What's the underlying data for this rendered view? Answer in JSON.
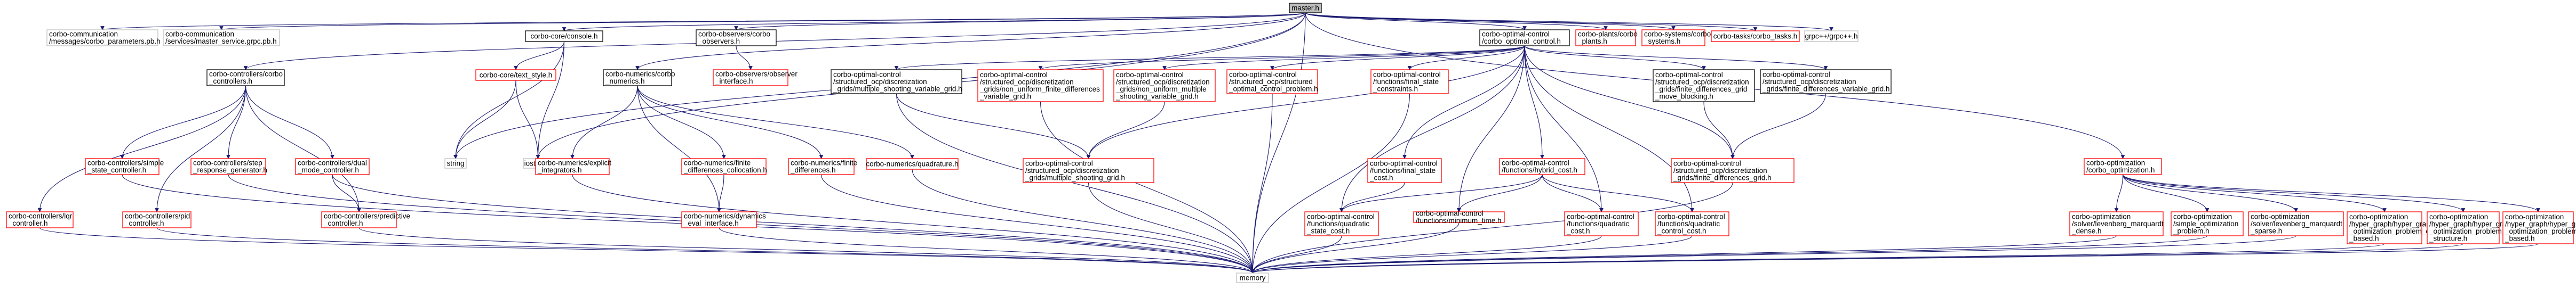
{
  "nodes": [
    {
      "id": "master",
      "lines": [
        "master.h"
      ],
      "style": "root"
    },
    {
      "id": "msg_params",
      "lines": [
        "corbo-communication",
        "/messages/corbo_parameters.pb.h"
      ],
      "style": "gray"
    },
    {
      "id": "svc_grpc",
      "lines": [
        "corbo-communication",
        "/services/master_service.grpc.pb.h"
      ],
      "style": "gray"
    },
    {
      "id": "ctrl_controllers",
      "lines": [
        "corbo-controllers/corbo",
        "_controllers.h"
      ],
      "style": "black"
    },
    {
      "id": "core_console",
      "lines": [
        "corbo-core/console.h"
      ],
      "style": "black"
    },
    {
      "id": "obs_observers",
      "lines": [
        "corbo-observers/corbo",
        "_observers.h"
      ],
      "style": "black"
    },
    {
      "id": "ocp",
      "lines": [
        "corbo-optimal-control",
        "/corbo_optimal_control.h"
      ],
      "style": "black"
    },
    {
      "id": "plants",
      "lines": [
        "corbo-plants/corbo",
        "_plants.h"
      ],
      "style": "red"
    },
    {
      "id": "systems",
      "lines": [
        "corbo-systems/corbo",
        "_systems.h"
      ],
      "style": "red"
    },
    {
      "id": "tasks",
      "lines": [
        "corbo-tasks/corbo_tasks.h"
      ],
      "style": "red"
    },
    {
      "id": "grpcpp",
      "lines": [
        "grpc++/grpc++.h"
      ],
      "style": "gray"
    },
    {
      "id": "text_style",
      "lines": [
        "corbo-core/text_style.h"
      ],
      "style": "red"
    },
    {
      "id": "string",
      "lines": [
        "string"
      ],
      "style": "gray"
    },
    {
      "id": "iostream",
      "lines": [
        "iostream"
      ],
      "style": "gray"
    },
    {
      "id": "num_numerics",
      "lines": [
        "corbo-numerics/corbo",
        "_numerics.h"
      ],
      "style": "black"
    },
    {
      "id": "obs_interface",
      "lines": [
        "corbo-observers/observer",
        "_interface.h"
      ],
      "style": "red"
    },
    {
      "id": "sc_ms_var",
      "lines": [
        "corbo-optimal-control",
        "/structured_ocp/discretization",
        "_grids/multiple_shooting_variable_grid.h"
      ],
      "style": "black"
    },
    {
      "id": "sc_fd_var_nu",
      "lines": [
        "corbo-optimal-control",
        "/structured_ocp/discretization",
        "_grids/non_uniform_finite_differences",
        "_variable_grid.h"
      ],
      "style": "red"
    },
    {
      "id": "sc_ms_var_nu",
      "lines": [
        "corbo-optimal-control",
        "/structured_ocp/discretization",
        "_grids/non_uniform_multiple",
        "_shooting_variable_grid.h"
      ],
      "style": "red"
    },
    {
      "id": "sc_problem",
      "lines": [
        "corbo-optimal-control",
        "/structured_ocp/structured",
        "_optimal_control_problem.h"
      ],
      "style": "red"
    },
    {
      "id": "fn_final_constraints",
      "lines": [
        "corbo-optimal-control",
        "/functions/final_state",
        "_constraints.h"
      ],
      "style": "red"
    },
    {
      "id": "sc_fd_move_blocking",
      "lines": [
        "corbo-optimal-control",
        "/structured_ocp/discretization",
        "_grids/finite_differences_grid",
        "_move_blocking.h"
      ],
      "style": "black"
    },
    {
      "id": "sc_fd_var",
      "lines": [
        "corbo-optimal-control",
        "/structured_ocp/discretization",
        "_grids/finite_differences_variable_grid.h"
      ],
      "style": "black"
    },
    {
      "id": "opt_optimization",
      "lines": [
        "corbo-optimization",
        "/corbo_optimization.h"
      ],
      "style": "red"
    },
    {
      "id": "ctrl_simple_state",
      "lines": [
        "corbo-controllers/simple",
        "_state_controller.h"
      ],
      "style": "red"
    },
    {
      "id": "ctrl_step_response",
      "lines": [
        "corbo-controllers/step",
        "_response_generator.h"
      ],
      "style": "red"
    },
    {
      "id": "ctrl_dual_mode",
      "lines": [
        "corbo-controllers/dual",
        "_mode_controller.h"
      ],
      "style": "red"
    },
    {
      "id": "num_explicit",
      "lines": [
        "corbo-numerics/explicit",
        "_integrators.h"
      ],
      "style": "red"
    },
    {
      "id": "num_fd_collocation",
      "lines": [
        "corbo-numerics/finite",
        "_differences_collocation.h"
      ],
      "style": "red"
    },
    {
      "id": "num_fd",
      "lines": [
        "corbo-numerics/finite",
        "_differences.h"
      ],
      "style": "red"
    },
    {
      "id": "num_quadrature",
      "lines": [
        "corbo-numerics/quadrature.h"
      ],
      "style": "red"
    },
    {
      "id": "sc_ms_grid",
      "lines": [
        "corbo-optimal-control",
        "/structured_ocp/discretization",
        "_grids/multiple_shooting_grid.h"
      ],
      "style": "red"
    },
    {
      "id": "fn_final_cost",
      "lines": [
        "corbo-optimal-control",
        "/functions/final_state",
        "_cost.h"
      ],
      "style": "red"
    },
    {
      "id": "fn_hybrid_cost",
      "lines": [
        "corbo-optimal-control",
        "/functions/hybrid_cost.h"
      ],
      "style": "red"
    },
    {
      "id": "sc_fd_grid",
      "lines": [
        "corbo-optimal-control",
        "/structured_ocp/discretization",
        "_grids/finite_differences_grid.h"
      ],
      "style": "red"
    },
    {
      "id": "ctrl_lqr",
      "lines": [
        "corbo-controllers/lqr",
        "_controller.h"
      ],
      "style": "red"
    },
    {
      "id": "ctrl_pid",
      "lines": [
        "corbo-controllers/pid",
        "_controller.h"
      ],
      "style": "red"
    },
    {
      "id": "ctrl_predictive",
      "lines": [
        "corbo-controllers/predictive",
        "_controller.h"
      ],
      "style": "red"
    },
    {
      "id": "num_dynamics_eval",
      "lines": [
        "corbo-numerics/dynamics",
        "_eval_interface.h"
      ],
      "style": "red"
    },
    {
      "id": "fn_quad_state",
      "lines": [
        "corbo-optimal-control",
        "/functions/quadratic",
        "_state_cost.h"
      ],
      "style": "red"
    },
    {
      "id": "fn_min_time",
      "lines": [
        "corbo-optimal-control",
        "/functions/minimum_time.h"
      ],
      "style": "red"
    },
    {
      "id": "fn_quad_cost",
      "lines": [
        "corbo-optimal-control",
        "/functions/quadratic",
        "_cost.h"
      ],
      "style": "red"
    },
    {
      "id": "fn_quad_control",
      "lines": [
        "corbo-optimal-control",
        "/functions/quadratic",
        "_control_cost.h"
      ],
      "style": "red"
    },
    {
      "id": "opt_lm_dense",
      "lines": [
        "corbo-optimization",
        "/solver/levenberg_marquardt",
        "_dense.h"
      ],
      "style": "red"
    },
    {
      "id": "opt_simple_problem",
      "lines": [
        "corbo-optimization",
        "/simple_optimization",
        "_problem.h"
      ],
      "style": "red"
    },
    {
      "id": "opt_lm_sparse",
      "lines": [
        "corbo-optimization",
        "/solver/levenberg_marquardt",
        "_sparse.h"
      ],
      "style": "red"
    },
    {
      "id": "opt_hg_edge",
      "lines": [
        "corbo-optimization",
        "/hyper_graph/hyper_graph",
        "_optimization_problem_edge",
        "_based.h"
      ],
      "style": "red"
    },
    {
      "id": "opt_hg_ignore",
      "lines": [
        "corbo-optimization",
        "/hyper_graph/hyper_graph",
        "_optimization_problem_ignore",
        "_structure.h"
      ],
      "style": "red"
    },
    {
      "id": "opt_hg_vertex",
      "lines": [
        "corbo-optimization",
        "/hyper_graph/hyper_graph",
        "_optimization_problem_vertex",
        "_based.h"
      ],
      "style": "red"
    },
    {
      "id": "memory",
      "lines": [
        "memory"
      ],
      "style": "gray"
    }
  ],
  "edges": [
    [
      "master",
      "msg_params"
    ],
    [
      "master",
      "svc_grpc"
    ],
    [
      "master",
      "ctrl_controllers"
    ],
    [
      "master",
      "core_console"
    ],
    [
      "master",
      "obs_observers"
    ],
    [
      "master",
      "ocp"
    ],
    [
      "master",
      "plants"
    ],
    [
      "master",
      "systems"
    ],
    [
      "master",
      "tasks"
    ],
    [
      "master",
      "grpcpp"
    ],
    [
      "master",
      "string"
    ],
    [
      "master",
      "iostream"
    ],
    [
      "master",
      "num_numerics"
    ],
    [
      "master",
      "opt_optimization"
    ],
    [
      "master",
      "memory"
    ],
    [
      "core_console",
      "text_style"
    ],
    [
      "core_console",
      "string"
    ],
    [
      "core_console",
      "iostream"
    ],
    [
      "text_style",
      "string"
    ],
    [
      "text_style",
      "iostream"
    ],
    [
      "obs_observers",
      "obs_interface"
    ],
    [
      "ctrl_controllers",
      "ctrl_lqr"
    ],
    [
      "ctrl_controllers",
      "ctrl_pid"
    ],
    [
      "ctrl_controllers",
      "ctrl_simple_state"
    ],
    [
      "ctrl_controllers",
      "ctrl_step_response"
    ],
    [
      "ctrl_controllers",
      "ctrl_dual_mode"
    ],
    [
      "ctrl_controllers",
      "ctrl_predictive"
    ],
    [
      "ctrl_dual_mode",
      "ctrl_predictive"
    ],
    [
      "ctrl_lqr",
      "memory"
    ],
    [
      "ctrl_pid",
      "memory"
    ],
    [
      "ctrl_simple_state",
      "memory"
    ],
    [
      "ctrl_step_response",
      "memory"
    ],
    [
      "ctrl_dual_mode",
      "memory"
    ],
    [
      "ctrl_predictive",
      "memory"
    ],
    [
      "num_numerics",
      "num_explicit"
    ],
    [
      "num_numerics",
      "num_fd_collocation"
    ],
    [
      "num_numerics",
      "num_fd"
    ],
    [
      "num_numerics",
      "num_quadrature"
    ],
    [
      "num_numerics",
      "num_dynamics_eval"
    ],
    [
      "num_fd_collocation",
      "num_dynamics_eval"
    ],
    [
      "num_explicit",
      "memory"
    ],
    [
      "num_dynamics_eval",
      "memory"
    ],
    [
      "num_fd",
      "memory"
    ],
    [
      "num_quadrature",
      "memory"
    ],
    [
      "ocp",
      "sc_ms_var"
    ],
    [
      "ocp",
      "sc_fd_var_nu"
    ],
    [
      "ocp",
      "sc_ms_var_nu"
    ],
    [
      "ocp",
      "sc_problem"
    ],
    [
      "ocp",
      "fn_final_constraints"
    ],
    [
      "ocp",
      "fn_final_cost"
    ],
    [
      "ocp",
      "fn_hybrid_cost"
    ],
    [
      "ocp",
      "sc_fd_move_blocking"
    ],
    [
      "ocp",
      "sc_fd_var"
    ],
    [
      "ocp",
      "fn_quad_state"
    ],
    [
      "ocp",
      "fn_min_time"
    ],
    [
      "ocp",
      "fn_quad_cost"
    ],
    [
      "ocp",
      "fn_quad_control"
    ],
    [
      "ocp",
      "sc_fd_grid"
    ],
    [
      "ocp",
      "sc_ms_grid"
    ],
    [
      "sc_ms_var",
      "sc_ms_grid"
    ],
    [
      "sc_ms_var_nu",
      "sc_ms_grid"
    ],
    [
      "sc_fd_move_blocking",
      "sc_fd_grid"
    ],
    [
      "sc_fd_var",
      "sc_fd_grid"
    ],
    [
      "fn_final_cost",
      "fn_quad_state"
    ],
    [
      "fn_hybrid_cost",
      "fn_quad_state"
    ],
    [
      "fn_hybrid_cost",
      "fn_min_time"
    ],
    [
      "fn_hybrid_cost",
      "fn_quad_cost"
    ],
    [
      "fn_hybrid_cost",
      "fn_quad_control"
    ],
    [
      "sc_ms_grid",
      "memory"
    ],
    [
      "sc_fd_var_nu",
      "memory"
    ],
    [
      "sc_problem",
      "memory"
    ],
    [
      "sc_fd_grid",
      "memory"
    ],
    [
      "fn_quad_state",
      "memory"
    ],
    [
      "fn_min_time",
      "memory"
    ],
    [
      "fn_quad_cost",
      "memory"
    ],
    [
      "fn_quad_control",
      "memory"
    ],
    [
      "sc_ms_var",
      "memory"
    ],
    [
      "fn_final_constraints",
      "memory"
    ],
    [
      "opt_optimization",
      "opt_lm_dense"
    ],
    [
      "opt_optimization",
      "opt_simple_problem"
    ],
    [
      "opt_optimization",
      "opt_lm_sparse"
    ],
    [
      "opt_optimization",
      "opt_hg_edge"
    ],
    [
      "opt_optimization",
      "opt_hg_ignore"
    ],
    [
      "opt_optimization",
      "opt_hg_vertex"
    ],
    [
      "opt_lm_dense",
      "memory"
    ],
    [
      "opt_simple_problem",
      "memory"
    ],
    [
      "opt_lm_sparse",
      "memory"
    ],
    [
      "opt_hg_edge",
      "memory"
    ],
    [
      "opt_hg_ignore",
      "memory"
    ],
    [
      "opt_hg_vertex",
      "memory"
    ]
  ]
}
